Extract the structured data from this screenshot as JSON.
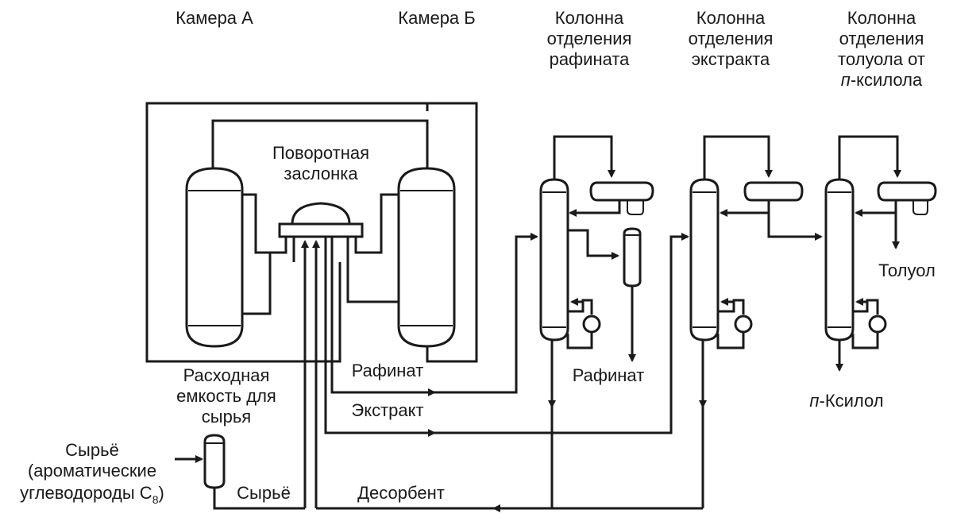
{
  "labels": {
    "chamber_a": "Камера А",
    "chamber_b": "Камера Б",
    "col1_l1": "Колонна",
    "col1_l2": "отделения",
    "col1_l3": "рафината",
    "col2_l1": "Колонна",
    "col2_l2": "отделения",
    "col2_l3": "экстракта",
    "col3_l1": "Колонна",
    "col3_l2": "отделения",
    "col3_l3": "толуола от",
    "col3_l4_italic": "п",
    "col3_l4_rest": "-ксилола",
    "valve_l1": "Поворотная",
    "valve_l2": "заслонка",
    "tank_l1": "Расходная",
    "tank_l2": "емкость для",
    "tank_l3": "сырья",
    "feed_l1": "Сырьё",
    "feed_l2": "(ароматические",
    "feed_l3": "углеводороды C",
    "feed_l3_sub": "8",
    "feed_l3_close": ")",
    "feed_line": "Сырьё",
    "raffinate_line": "Рафинат",
    "extract_line": "Экстракт",
    "desorbent_line": "Десорбент",
    "raffinate_out": "Рафинат",
    "toluene_out": "Толуол",
    "pxylene_italic": "п",
    "pxylene_rest": "-Ксилол"
  }
}
